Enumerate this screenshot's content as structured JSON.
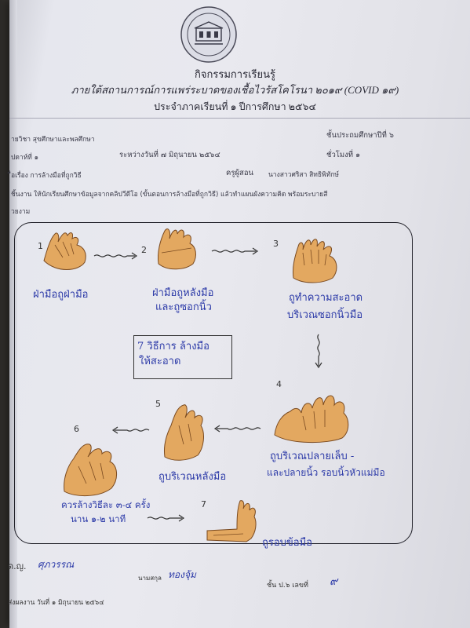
{
  "header": {
    "line1": "กิจกรรมการเรียนรู้",
    "line2": "ภายใต้สถานการณ์การแพร่ระบาดของเชื้อไวรัสโคโรนา ๒๐๑๙ (COVID ๑๙)",
    "line3": "ประจำภาคเรียนที่ ๑   ปีการศึกษา  ๒๕๖๔"
  },
  "info": {
    "subject": "ายวิชา  สุขศึกษาและพลศึกษา",
    "level": "ชั้นประถมศึกษาปีที่ ๖",
    "week": "ปดาห์ที่ ๑",
    "date": "ระหว่างวันที่    ๗ มิถุนายน ๒๕๖๔",
    "hours": "ชั่วโมงที่ ๑",
    "topic": "ื่อเรื่อง  การล้างมือที่ถูกวิธี",
    "teacher_label": "ครูผู้สอน",
    "teacher": "นางสาวศริสา  สิทธิพิทักษ์",
    "task_line1": "ชิ้นงาน   ให้นักเรียนศึกษาข้อมูลจากคลิปวีดีโอ (ขั้นตอนการล้างมือที่ถูกวิธี) แล้วทำแผนผังความคิด พร้อมระบายสี",
    "task_line2": "วยงาม"
  },
  "steps": [
    {
      "num": "1",
      "text": "ฝ่ามือถูฝ่ามือ"
    },
    {
      "num": "2",
      "text_l1": "ฝ่ามือถูหลังมือ",
      "text_l2": "และถูซอกนิ้ว"
    },
    {
      "num": "3",
      "text_l1": "ถูทำความสะอาด",
      "text_l2": "บริเวณซอกนิ้วมือ"
    },
    {
      "num": "4",
      "text_l1": "ถูบริเวณปลายเล็บ -",
      "text_l2": "และปลายนิ้ว รอบนิ้วหัวแม่มือ"
    },
    {
      "num": "5",
      "text": "ถูบริเวณหลังมือ"
    },
    {
      "num": "6",
      "text_l1": "ควรล้างวิธีละ ๓-๔ ครั้ง",
      "text_l2": "นาน ๑-๒ นาที"
    },
    {
      "num": "7",
      "text": "ถูรอบข้อมือ"
    }
  ],
  "center_title": {
    "l1": "7 วิธีการ ล้างมือ",
    "l2": "ให้สะอาด"
  },
  "footer": {
    "name_prefix": "ด.ญ.",
    "first_name": "ศุภวรรณ",
    "last_prefix": "นามสกุล",
    "last_name": "ทองจุ้ม",
    "class_label": "ชั้น ป.๖ เลขที่",
    "class_no": "๙",
    "sent": "ส่งผลงาน  วันที่ ๑ มิถุนายน ๒๕๖๔"
  },
  "colors": {
    "ink": "#2c3aa8",
    "skin": "#e3a860",
    "border": "#202028"
  }
}
